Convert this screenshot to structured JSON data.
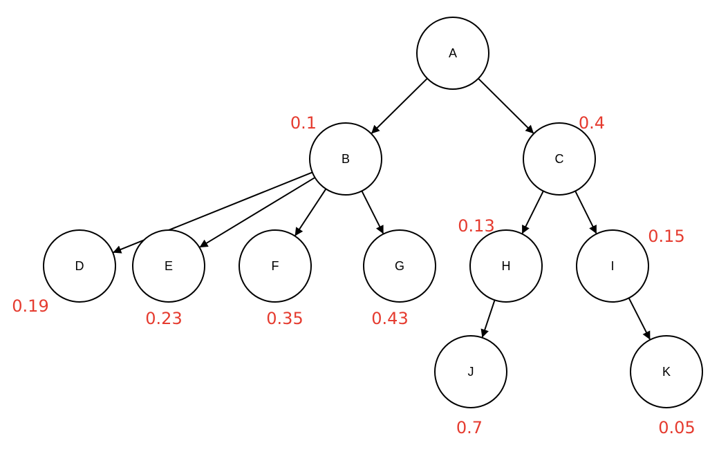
{
  "diagram": {
    "weight_color": "#e53b2f",
    "nodes": [
      {
        "id": "A",
        "label": "A"
      },
      {
        "id": "B",
        "label": "B",
        "weight": "0.1"
      },
      {
        "id": "C",
        "label": "C",
        "weight": "0.4"
      },
      {
        "id": "D",
        "label": "D",
        "weight": "0.19"
      },
      {
        "id": "E",
        "label": "E",
        "weight": "0.23"
      },
      {
        "id": "F",
        "label": "F",
        "weight": "0.35"
      },
      {
        "id": "G",
        "label": "G",
        "weight": "0.43"
      },
      {
        "id": "H",
        "label": "H",
        "weight": "0.13"
      },
      {
        "id": "I",
        "label": "I",
        "weight": "0.15"
      },
      {
        "id": "J",
        "label": "J",
        "weight": "0.7"
      },
      {
        "id": "K",
        "label": "K",
        "weight": "0.05"
      }
    ],
    "edges": [
      {
        "from": "A",
        "to": "B"
      },
      {
        "from": "A",
        "to": "C"
      },
      {
        "from": "B",
        "to": "D"
      },
      {
        "from": "B",
        "to": "E"
      },
      {
        "from": "B",
        "to": "F"
      },
      {
        "from": "B",
        "to": "G"
      },
      {
        "from": "C",
        "to": "H"
      },
      {
        "from": "C",
        "to": "I"
      },
      {
        "from": "H",
        "to": "J"
      },
      {
        "from": "I",
        "to": "K"
      }
    ]
  }
}
